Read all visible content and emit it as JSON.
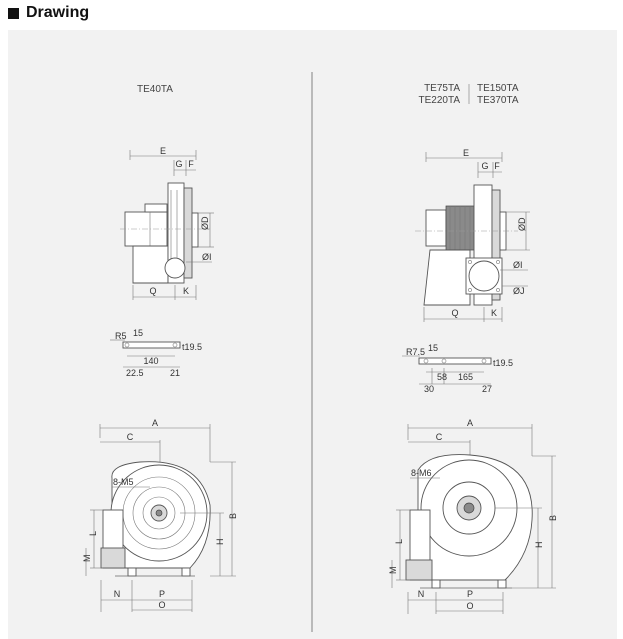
{
  "header": {
    "title": "Drawing"
  },
  "left": {
    "model": "TE40TA",
    "side": {
      "E": "E",
      "G": "G",
      "F": "F",
      "D": "ØD",
      "I": "ØI",
      "Q": "Q",
      "K": "K"
    },
    "base": {
      "r": "R5",
      "w": "15",
      "t": "t19.5",
      "p": "140",
      "a": "22.5",
      "b": "21"
    },
    "front": {
      "A": "A",
      "C": "C",
      "bolt": "8-M5",
      "B": "B",
      "H": "H",
      "L": "L",
      "M": "M",
      "N": "N",
      "P": "P",
      "O": "O"
    }
  },
  "right": {
    "models": [
      "TE75TA",
      "TE150TA",
      "TE220TA",
      "TE370TA"
    ],
    "side": {
      "E": "E",
      "G": "G",
      "F": "F",
      "D": "ØD",
      "I": "ØI",
      "J": "ØJ",
      "Q": "Q",
      "K": "K"
    },
    "base": {
      "r": "R7.5",
      "w": "15",
      "t": "t19.5",
      "p1": "58",
      "p2": "165",
      "a": "30",
      "b": "27"
    },
    "front": {
      "A": "A",
      "C": "C",
      "bolt": "8-M6",
      "B": "B",
      "H": "H",
      "L": "L",
      "M": "M",
      "N": "N",
      "P": "P",
      "O": "O"
    }
  }
}
